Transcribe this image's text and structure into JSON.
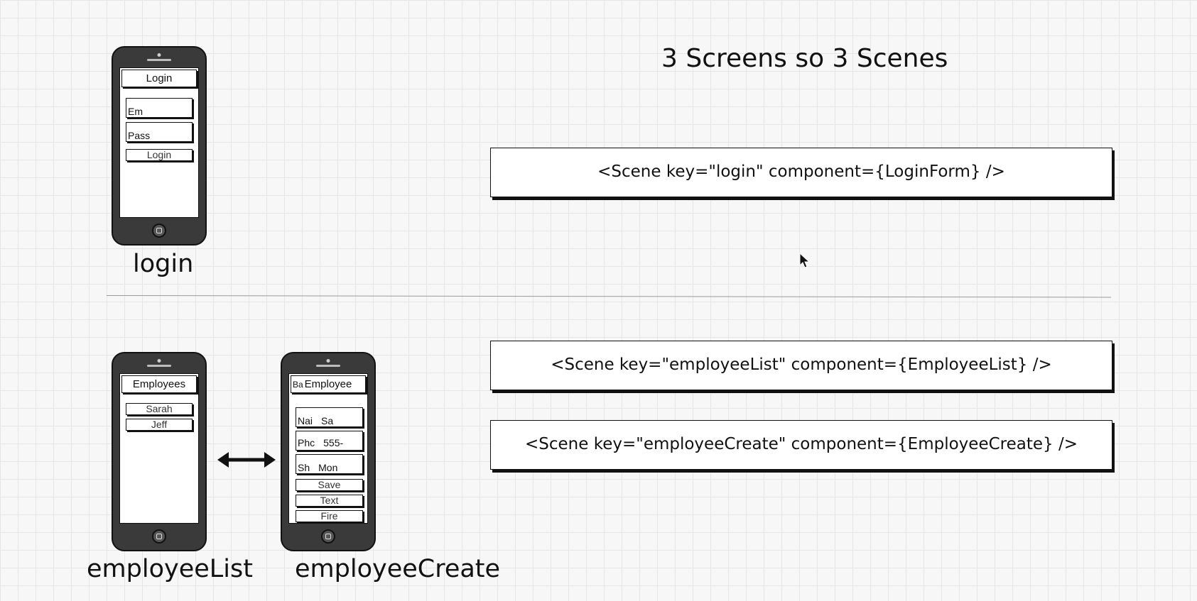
{
  "heading": "3 Screens so 3 Scenes",
  "login_phone": {
    "title": "Login",
    "fields": [
      "Em",
      "Pass"
    ],
    "button": "Login",
    "label": "login"
  },
  "list_phone": {
    "title": "Employees",
    "items": [
      "Sarah",
      "Jeff"
    ],
    "label": "employeeList"
  },
  "create_phone": {
    "title": "Employee",
    "back": "Ba",
    "fields": [
      {
        "name": "Nai",
        "value": "Sa"
      },
      {
        "name": "Phc",
        "value": "555-"
      },
      {
        "name": "Sh",
        "value": "Mon"
      }
    ],
    "buttons": [
      "Save",
      "Text",
      "Fire"
    ],
    "label": "employeeCreate"
  },
  "scenes": [
    "<Scene key=\"login\" component={LoginForm} />",
    "<Scene key=\"employeeList\" component={EmployeeList} />",
    "<Scene key=\"employeeCreate\" component={EmployeeCreate} />"
  ],
  "icons": {
    "cursor": "mouse-pointer-icon",
    "navigation_arrow": "double-headed-arrow-icon"
  }
}
